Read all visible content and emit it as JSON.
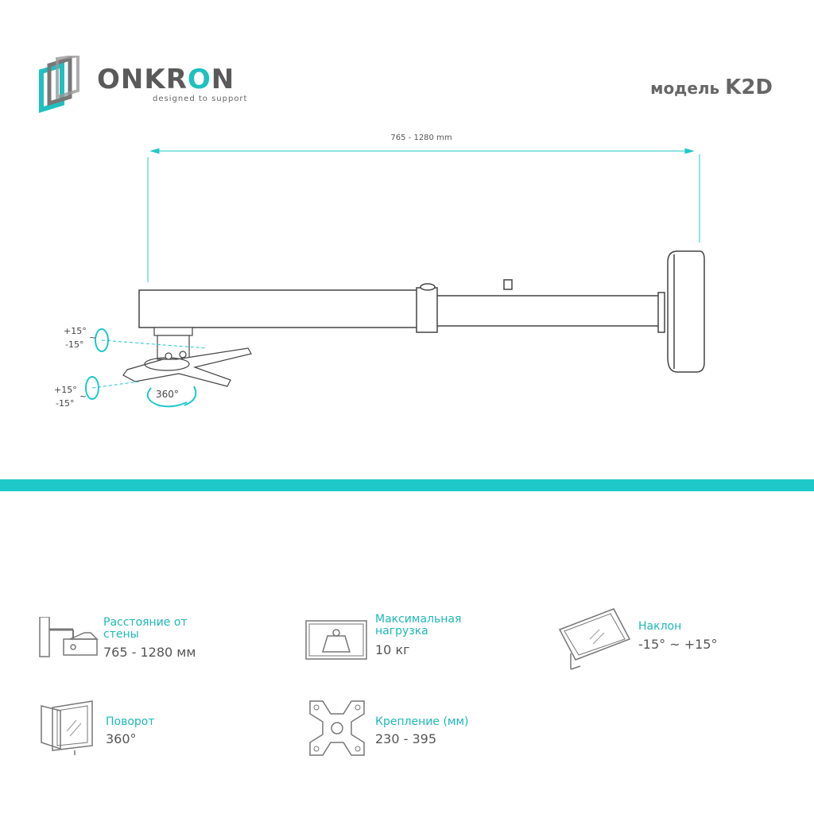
{
  "brand": {
    "name_pre": "ONKR",
    "name_o": "O",
    "name_post": "N",
    "tagline": "designed to support"
  },
  "model": {
    "prefix": "модель",
    "name": "K2D"
  },
  "diagram": {
    "dimension_label": "765 - 1280 mm",
    "tilt_top_plus": "+15°",
    "tilt_top_tilde": "~",
    "tilt_top_minus": "-15°",
    "tilt_bottom_plus": "+15°",
    "tilt_bottom_tilde": "~",
    "tilt_bottom_minus": "-15°",
    "rotation": "360°"
  },
  "colors": {
    "accent": "#1fc9c9",
    "text": "#555555",
    "line": "#444444"
  },
  "specs": [
    {
      "icon": "wall-distance-icon",
      "label": "Расстояние от стены",
      "label_line1": "Расстояние от",
      "label_line2": "стены",
      "value": "765 - 1280 мм"
    },
    {
      "icon": "max-load-icon",
      "label_line1": "Максимальная",
      "label_line2": "нагрузка",
      "value": "10 кг"
    },
    {
      "icon": "tilt-icon",
      "label_line1": "Наклон",
      "value": "-15° ~ +15°"
    },
    {
      "icon": "swivel-icon",
      "label_line1": "Поворот",
      "value": "360°"
    },
    {
      "icon": "mount-icon",
      "label_line1": "Крепление (мм)",
      "value": "230 - 395"
    }
  ]
}
